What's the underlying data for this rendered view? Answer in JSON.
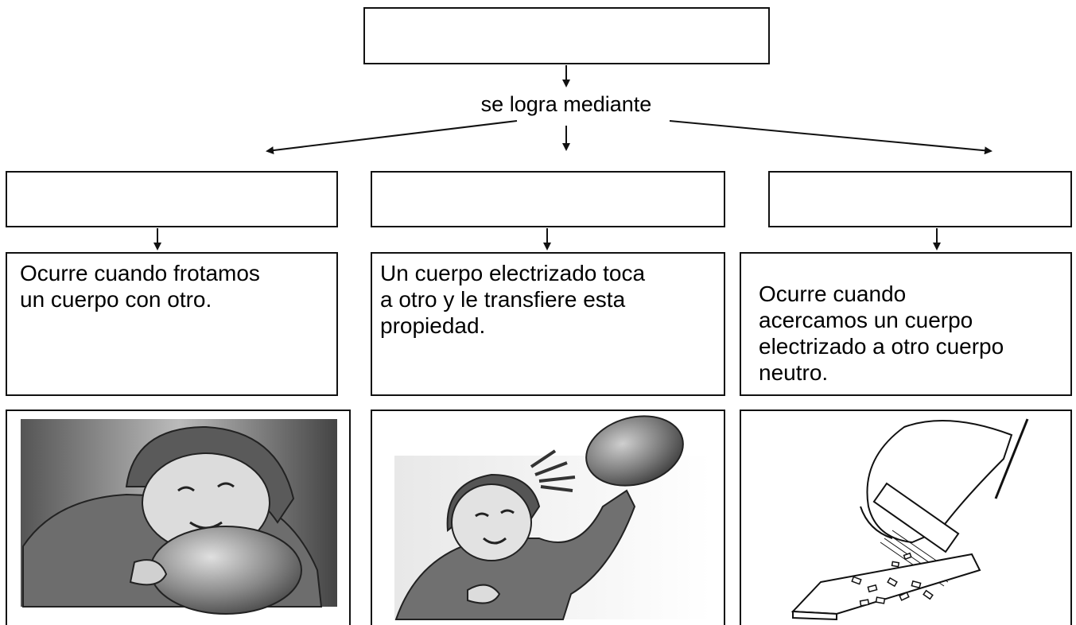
{
  "diagram": {
    "top_box_text": "",
    "connector_label": "se logra mediante",
    "methods": [
      {
        "name": "",
        "description": "Ocurre cuando frotamos\nun cuerpo con otro.",
        "illustration": "girl-rubbing-balloon"
      },
      {
        "name": "",
        "description": " Un cuerpo electrizado toca\na otro y le transfiere esta\npropiedad.",
        "illustration": "girl-balloon-hair-raised"
      },
      {
        "name": "",
        "description": "Ocurre cuando\nacercamos un cuerpo\nelectrizado a otro cuerpo\nneutro.",
        "illustration": "hand-brush-paper-bits"
      }
    ]
  }
}
